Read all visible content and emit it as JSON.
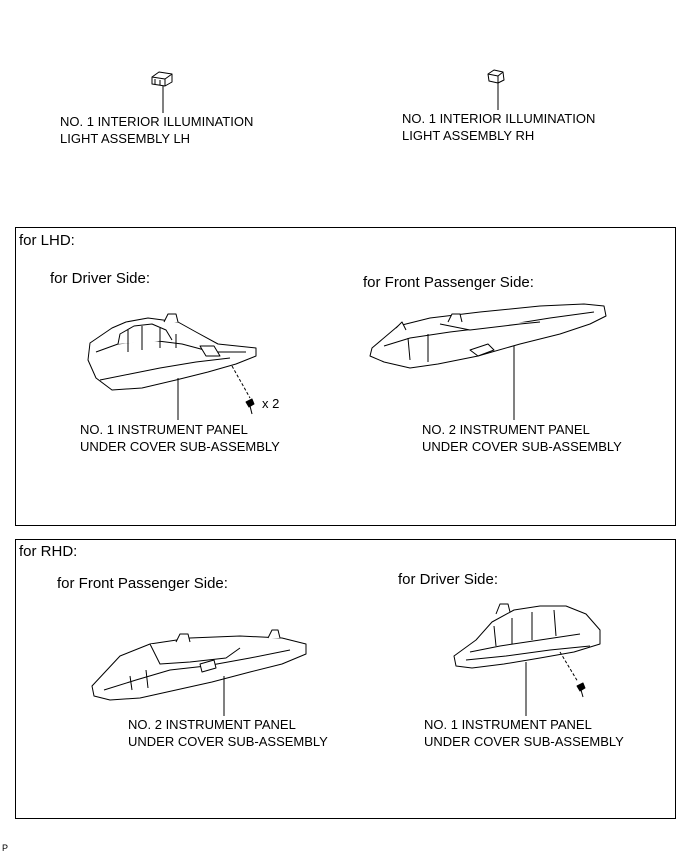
{
  "top": {
    "lh_label": [
      "NO. 1 INTERIOR ILLUMINATION",
      "LIGHT ASSEMBLY LH"
    ],
    "rh_label": [
      "NO. 1 INTERIOR ILLUMINATION",
      "LIGHT ASSEMBLY RH"
    ]
  },
  "lhd": {
    "header": "for LHD:",
    "left_heading": "for Driver Side:",
    "right_heading": "for Front Passenger Side:",
    "left_part": [
      "NO. 1 INSTRUMENT PANEL",
      "UNDER COVER SUB-ASSEMBLY"
    ],
    "right_part": [
      "NO. 2 INSTRUMENT PANEL",
      "UNDER COVER SUB-ASSEMBLY"
    ],
    "screw_qty": "x 2"
  },
  "rhd": {
    "header": "for RHD:",
    "left_heading": "for Front Passenger Side:",
    "right_heading": "for Driver Side:",
    "left_part": [
      "NO. 2 INSTRUMENT PANEL",
      "UNDER COVER SUB-ASSEMBLY"
    ],
    "right_part": [
      "NO. 1 INSTRUMENT PANEL",
      "UNDER COVER SUB-ASSEMBLY"
    ]
  },
  "footer_code": "P"
}
